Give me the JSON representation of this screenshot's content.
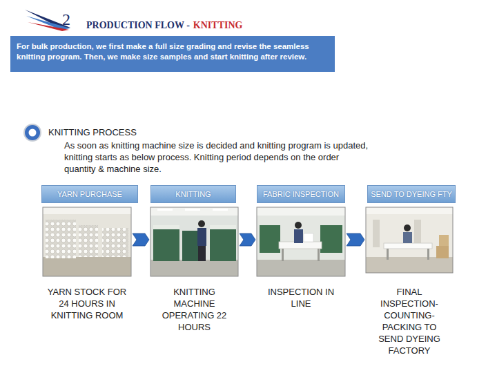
{
  "diagram": {
    "title": "PRODUCTION FLOW -",
    "nodes": [
      {
        "text": [
          "For bulk production, we first make a full size grading and revise the seamless knitting program. Then, we make size samples and start knitting after review."
        ]
      },
      {
        "text": [
          "YARN PURCHASE",
          "YARN STOCK FOR 24 HOURS IN KNITTING ROOM"
        ]
      },
      {
        "text": [
          "KNITTING",
          "KNITTING MACHINE OPERATING 22 HOURS"
        ]
      },
      {
        "text": [
          "FABRIC INSPECTION",
          "INSPECTION IN LINE"
        ]
      },
      {
        "text": [
          "SEND TO DYEING FTY",
          "FINAL INSPECTION-COUNTING-PACKING TO SEND DYEING FACTORY"
        ]
      }
    ],
    "edges": [
      {
        "from": 1,
        "to": 2,
        "arrow": "to"
      },
      {
        "from": 2,
        "to": 3,
        "arrow": "to"
      },
      {
        "from": 3,
        "to": 4,
        "arrow": "to"
      }
    ],
    "labels": [
      "2",
      "KNITTING",
      "KNITTING PROCESS",
      "As soon as knitting machine size is decided and knitting program is updated, knitting starts as below process.  Knitting period depends on the order quantity & machine size."
    ]
  }
}
